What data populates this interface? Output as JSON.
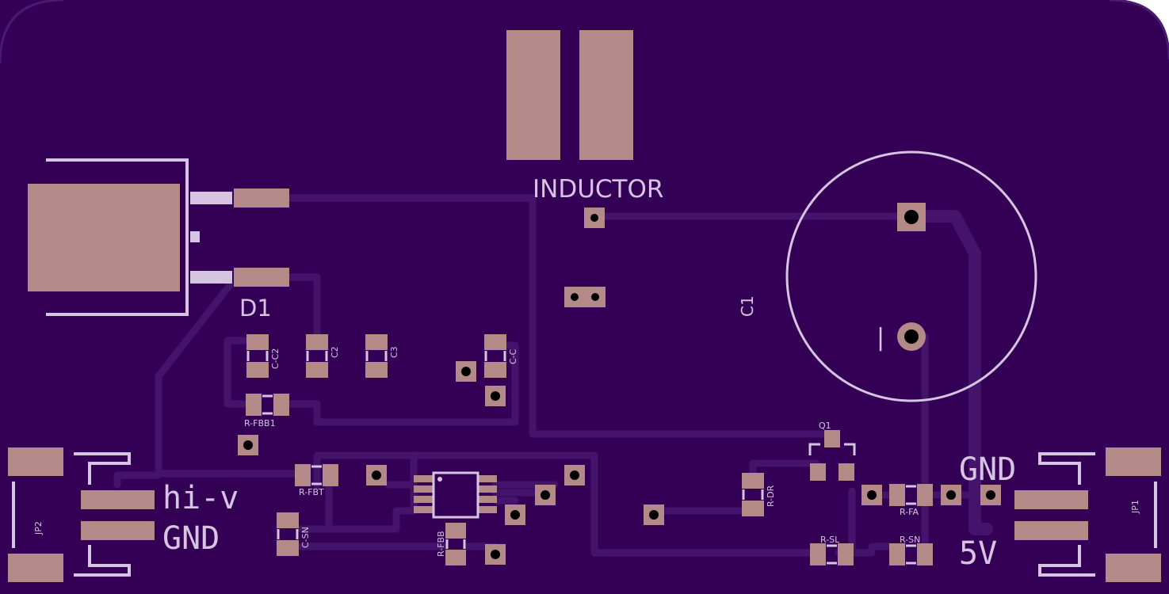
{
  "colors": {
    "board": "#330055",
    "copper_trace": "#44136b",
    "pad": "#b48a88",
    "silkscreen": "#d6c4e2",
    "drill": "#000000"
  },
  "labels": {
    "inductor": "INDUCTOR",
    "d1": "D1",
    "c1": "C1",
    "q1": "Q1",
    "c_c2": "C-C2",
    "c2": "C2",
    "c3": "C3",
    "c_c": "C-C",
    "r_fbb1": "R-FBB1",
    "r_fbt": "R-FBT",
    "c_sn": "C-SN",
    "r_fbb": "R-FBB",
    "r_dr": "R-DR",
    "r_fa": "R-FA",
    "r_sl": "R-SL",
    "r_sn": "R-SN",
    "jp1": "JP1",
    "jp2": "JP2",
    "hi_v": "hi-v",
    "gnd_left": "GND",
    "gnd_right": "GND",
    "five_v": "5V",
    "c1_polarity": "|"
  }
}
